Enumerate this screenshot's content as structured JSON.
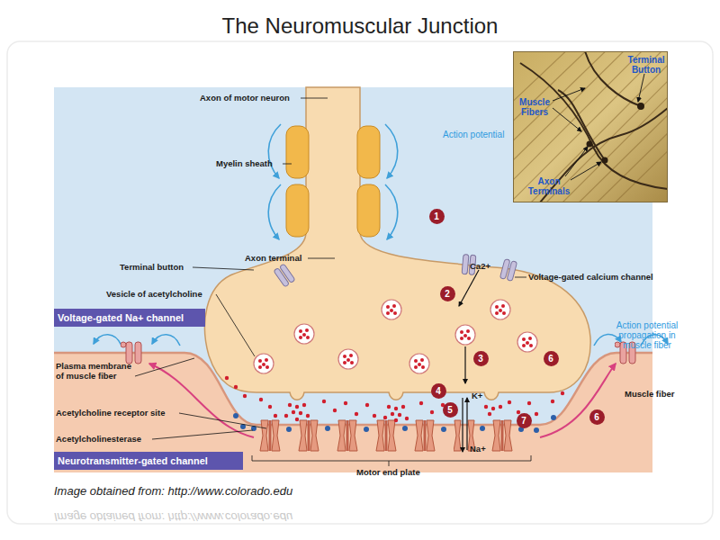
{
  "diagram": {
    "title": "The Neuromuscular Junction",
    "caption": "Image obtained from: http://www.colorado.edu",
    "nodes": [
      {
        "text": [
          "Terminal Button",
          "Muscle Fibers",
          "Axon Terminals"
        ]
      },
      {
        "text": [
          "Voltage-gated Na+ channel"
        ]
      },
      {
        "text": [
          "Neurotransmitter-gated channel"
        ]
      }
    ],
    "labels": [
      "Axon of motor neuron",
      "Myelin sheath",
      "Action potential",
      "1",
      "Axon terminal",
      "Terminal button",
      "Ca2+",
      "Voltage-gated calcium channel",
      "Vesicle of acetylcholine",
      "2",
      "Action potential propagation in muscle fiber",
      "3",
      "6",
      "Plasma membrane of muscle fiber",
      "4",
      "Muscle fiber",
      "5",
      "K+",
      "7",
      "6",
      "Acetylcholine receptor site",
      "Acetylcholinesterase",
      "Na+",
      "Motor end plate",
      "Image obtained from: http://www.colorado.edu"
    ]
  }
}
